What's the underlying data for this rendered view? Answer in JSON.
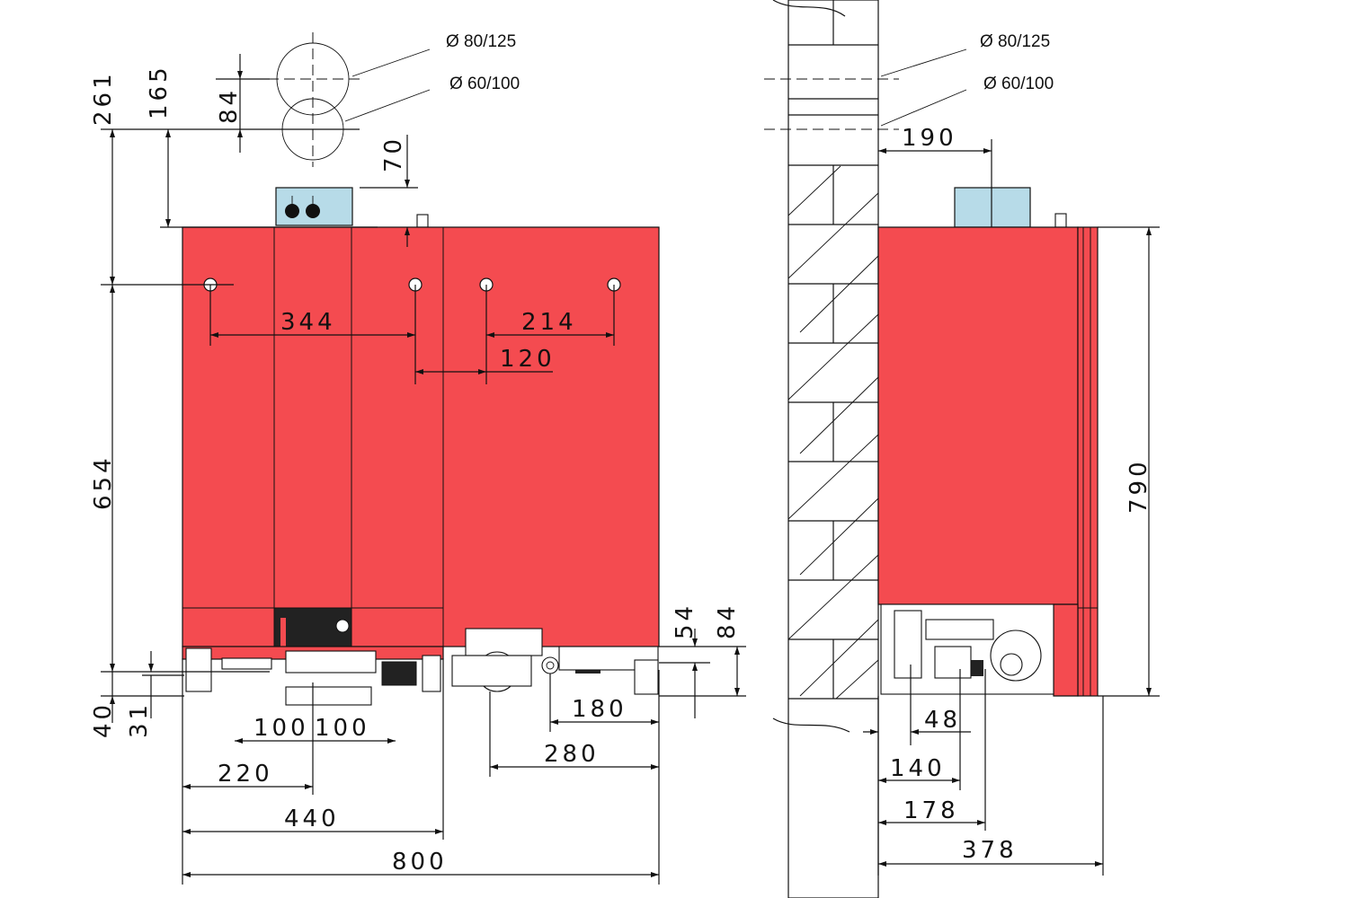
{
  "front_view": {
    "flue_labels": [
      "Ø 80/125",
      "Ø 60/100"
    ],
    "dimensions": {
      "d261": "261",
      "d165": "165",
      "d84_flue": "84",
      "d70": "70",
      "d344": "344",
      "d214": "214",
      "d120": "120",
      "d654": "654",
      "d54": "54",
      "d84_bottom": "84",
      "d40": "40",
      "d31": "31",
      "d100a": "100",
      "d100b": "100",
      "d180": "180",
      "d280": "280",
      "d220": "220",
      "d440": "440",
      "d800": "800"
    }
  },
  "side_view": {
    "flue_labels": [
      "Ø 80/125",
      "Ø 60/100"
    ],
    "dimensions": {
      "d190": "190",
      "d790": "790",
      "d48": "48",
      "d140": "140",
      "d178": "178",
      "d378": "378"
    }
  },
  "colors": {
    "casing": "#f44b50",
    "flue_collar": "#b7dbe8",
    "line": "#111111"
  }
}
